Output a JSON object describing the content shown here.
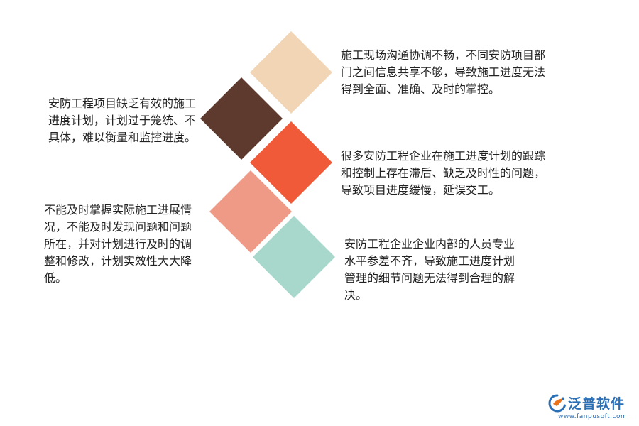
{
  "diagram": {
    "diamonds": [
      {
        "name": "tan",
        "color": "#F2D5B4"
      },
      {
        "name": "brown",
        "color": "#5E3A2E"
      },
      {
        "name": "red",
        "color": "#F05A38"
      },
      {
        "name": "pink",
        "color": "#EF9A86"
      },
      {
        "name": "teal",
        "color": "#A8D8CB"
      }
    ],
    "points": {
      "top_right": "施工现场沟通协调不畅，不同安防项目部门之间信息共享不够，导致施工进度无法得到全面、准确、及时的掌控。",
      "left_upper": "安防工程项目缺乏有效的施工进度计划，计划过于笼统、不具体，难以衡量和监控进度。",
      "mid_right": "很多安防工程企业在施工进度计划的跟踪和控制上存在滞后、缺乏及时性的问题，导致项目进度缓慢，延误交工。",
      "left_lower": "不能及时掌握实际施工进展情况，不能及时发现问题和问题所在，并对计划进行及时的调整和修改，计划实效性大大降低。",
      "bottom_right": "安防工程企业企业内部的人员专业水平参差不齐，导致施工进度计划管理的细节问题无法得到合理的解决。"
    }
  },
  "logo": {
    "name": "泛普软件",
    "url": "www.fanpusoft.com",
    "color": "#2A6FB6",
    "accent": "#E8731C"
  }
}
